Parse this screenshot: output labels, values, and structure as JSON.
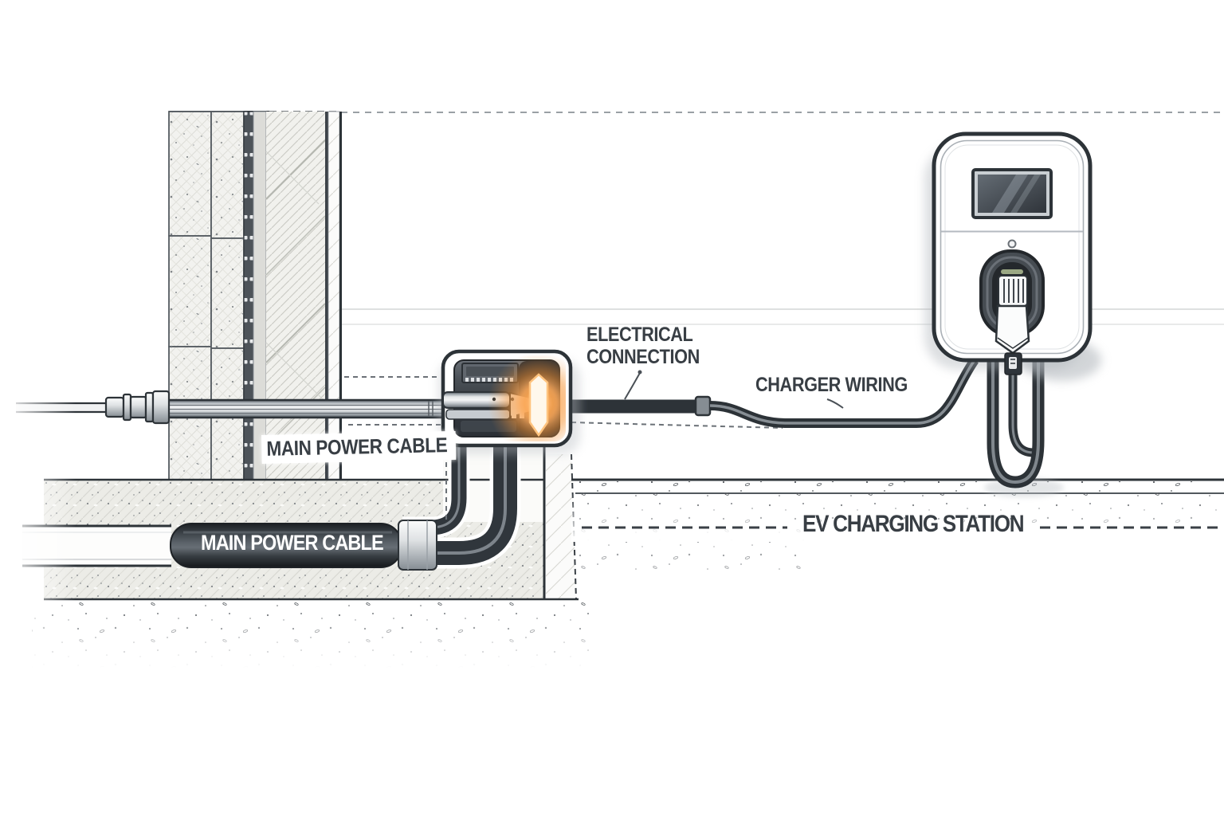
{
  "illustration": {
    "type": "technical-cutaway-diagram",
    "subject": "EV charging station electrical installation cross-section",
    "labels": {
      "electrical_connection_line1": "ELECTRICAL",
      "electrical_connection_line2": "CONNECTION",
      "charger_wiring": "CHARGER WIRING",
      "main_power_cable_wall": "MAIN POWER CABLE",
      "main_power_cable_buried": "MAIN POWER CABLE",
      "ev_charging_station": "EV CHARGING STATION"
    },
    "colors": {
      "background": "#ffffff",
      "outline_dark": "#2d3338",
      "label_text": "#383e44",
      "cable_dark": "#3f454b",
      "metal_silver": "#c9ced2",
      "glow_orange": "#f79433",
      "glow_core": "#fff6e6",
      "hatch_gray": "#ccccc6",
      "block_gray": "#f2f2ef",
      "dashed_gray": "#9aa0a5"
    },
    "parts": [
      "exterior-wall-cross-section",
      "cable-gland-fitting",
      "main-power-cable",
      "junction-box",
      "glowing-electrical-connection",
      "charger-wiring-conduit",
      "ev-charging-station-unit",
      "charger-display-screen",
      "status-led",
      "connector-holster",
      "charging-plug",
      "charging-cable-loop",
      "ground-surface",
      "foundation-slab",
      "buried-cable-conduit"
    ]
  }
}
